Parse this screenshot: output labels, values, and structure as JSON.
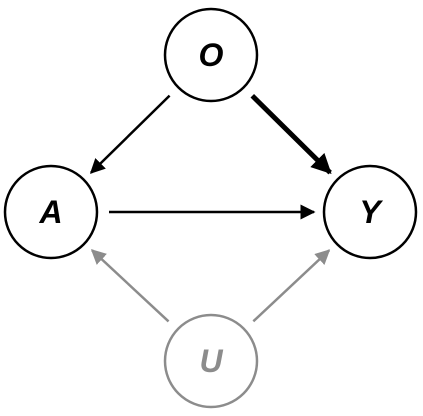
{
  "nodes": {
    "O": {
      "label": "O",
      "color": "#000000"
    },
    "A": {
      "label": "A",
      "color": "#000000"
    },
    "Y": {
      "label": "Y",
      "color": "#000000"
    },
    "U": {
      "label": "U",
      "color": "#8c8c8c"
    }
  },
  "edges": [
    {
      "from": "O",
      "to": "A",
      "color": "#000000",
      "emphasis": "normal"
    },
    {
      "from": "O",
      "to": "Y",
      "color": "#000000",
      "emphasis": "bold"
    },
    {
      "from": "A",
      "to": "Y",
      "color": "#000000",
      "emphasis": "normal"
    },
    {
      "from": "U",
      "to": "A",
      "color": "#8c8c8c",
      "emphasis": "normal"
    },
    {
      "from": "U",
      "to": "Y",
      "color": "#8c8c8c",
      "emphasis": "normal"
    }
  ]
}
